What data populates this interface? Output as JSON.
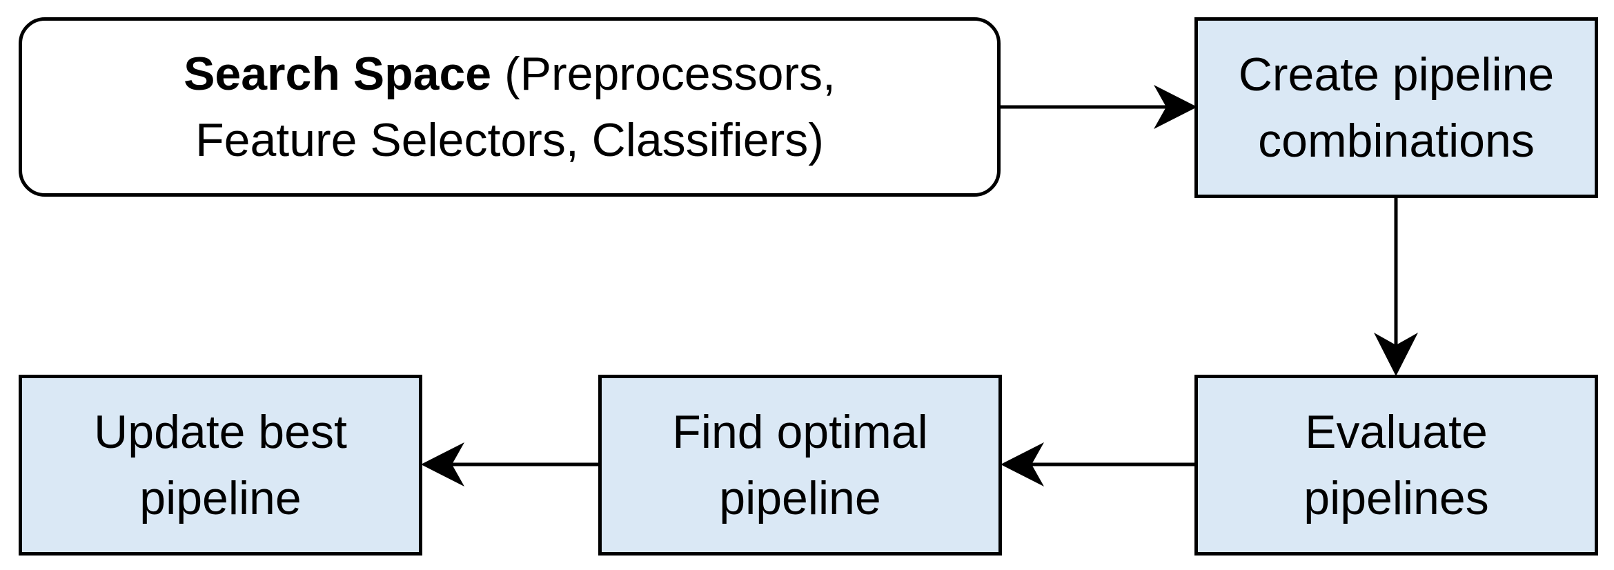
{
  "diagram": {
    "search_space": {
      "title": "Search Space",
      "line1_rest": " (Preprocessors,",
      "line2": "Feature Selectors, Classifiers)"
    },
    "create": {
      "line1": "Create pipeline",
      "line2": "combinations"
    },
    "evaluate": {
      "line1": "Evaluate",
      "line2": "pipelines"
    },
    "find": {
      "line1": "Find optimal",
      "line2": "pipeline"
    },
    "update": {
      "line1": "Update best",
      "line2": "pipeline"
    },
    "colors": {
      "process_fill": "#dae8f5",
      "stroke": "#000000",
      "start_fill": "#ffffff"
    }
  }
}
